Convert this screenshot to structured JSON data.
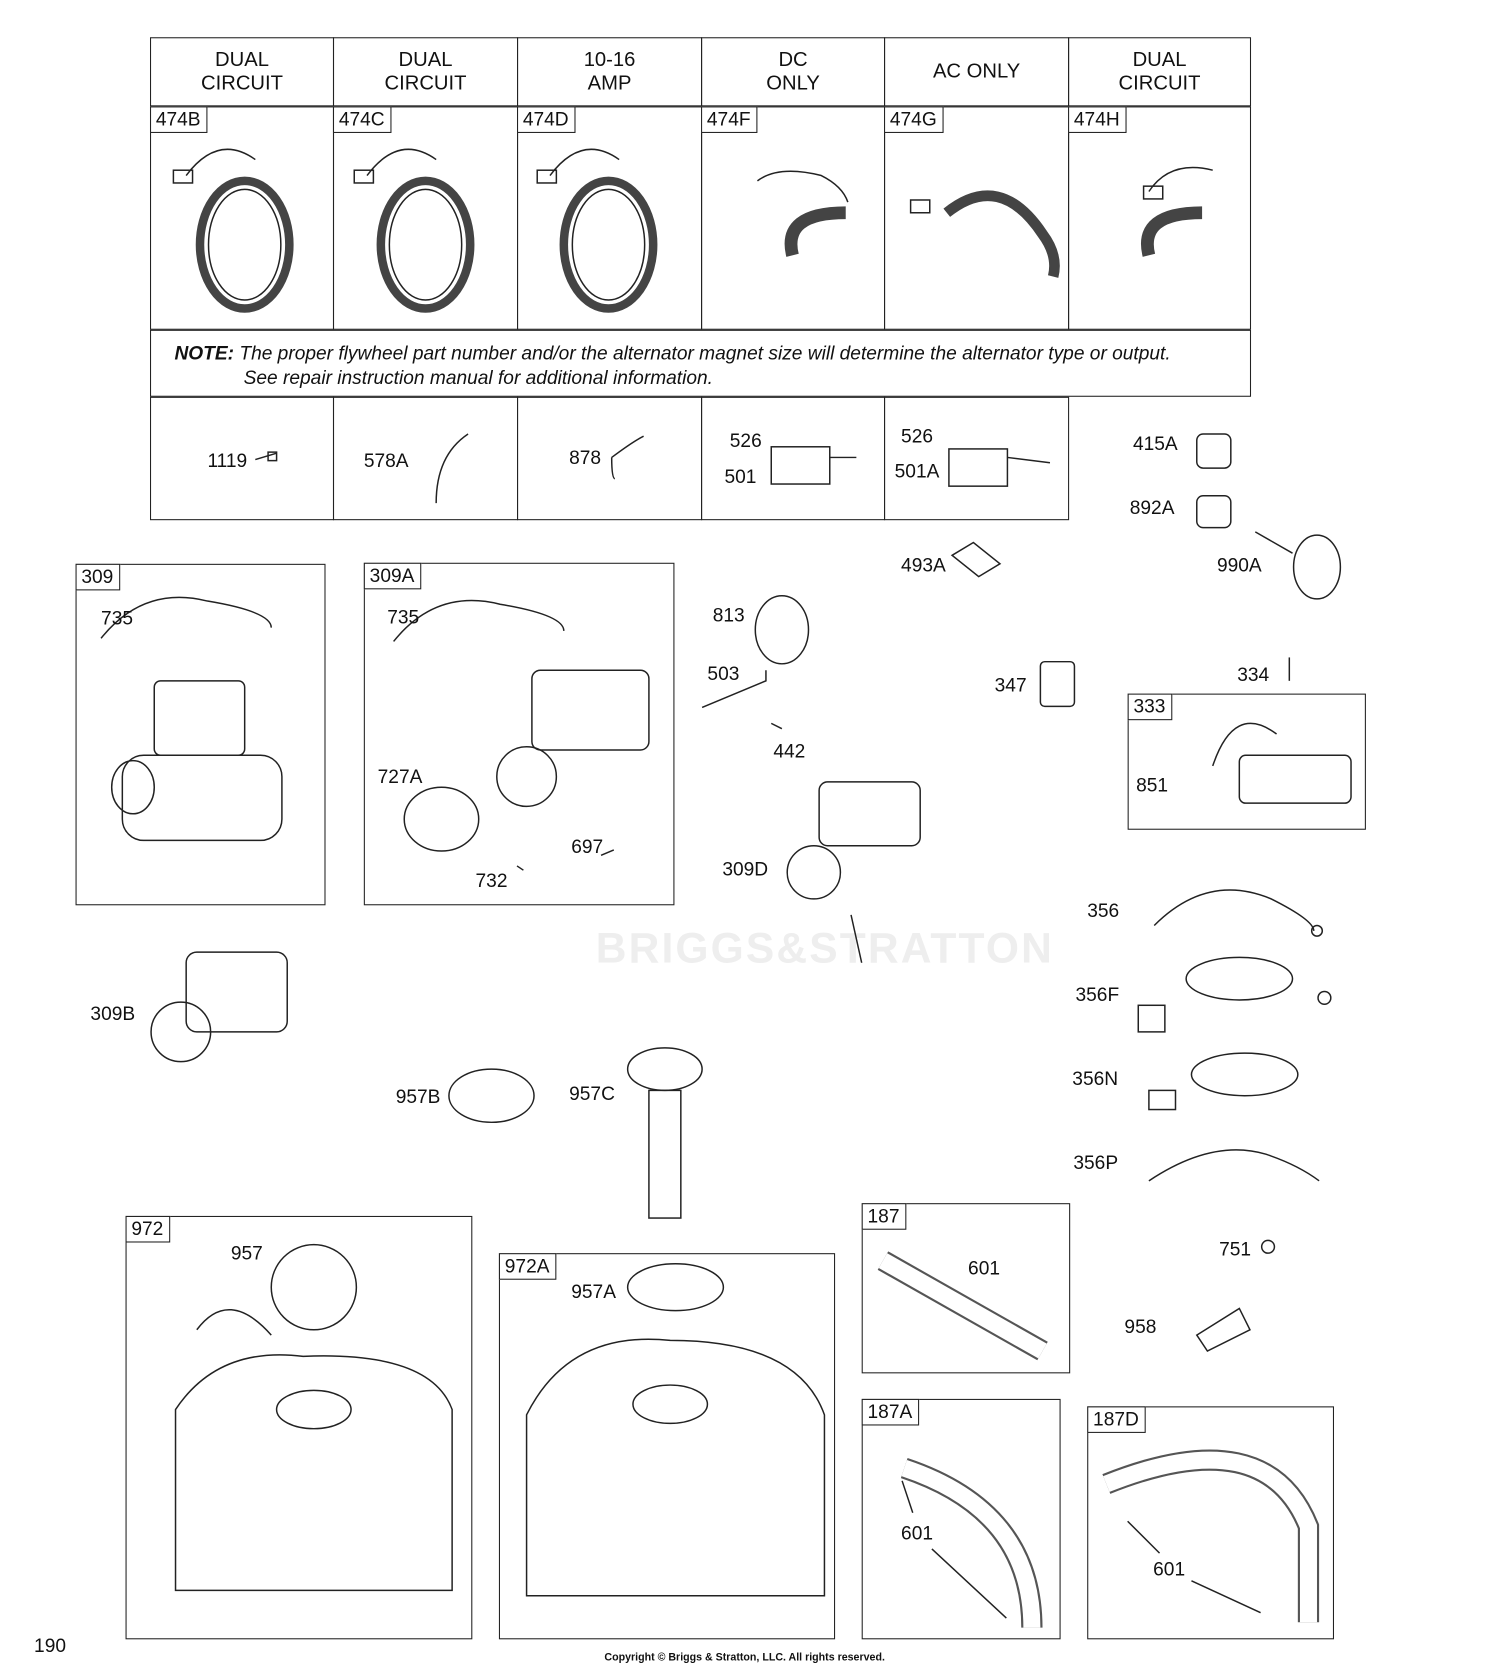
{
  "header_columns": [
    {
      "title": "DUAL CIRCUIT",
      "part": "474B"
    },
    {
      "title": "DUAL CIRCUIT",
      "part": "474C"
    },
    {
      "title": "10-16 AMP",
      "part": "474D"
    },
    {
      "title": "DC ONLY",
      "part": "474F"
    },
    {
      "title": "AC ONLY",
      "part": "474G"
    },
    {
      "title": "DUAL CIRCUIT",
      "part": "474H"
    }
  ],
  "note": {
    "label": "NOTE:",
    "line1": "The proper flywheel part number and/or the alternator magnet size will determine the alternator type or output.",
    "line2": "See repair instruction manual for additional information."
  },
  "small_parts": [
    [
      "1119"
    ],
    [
      "578A"
    ],
    [
      "878"
    ],
    [
      "526",
      "501"
    ],
    [
      "526",
      "501A"
    ]
  ],
  "labels": {
    "p415A": "415A",
    "p892A": "892A",
    "p990A": "990A",
    "p493A": "493A",
    "p813": "813",
    "p503": "503",
    "p442": "442",
    "p309D": "309D",
    "p347": "347",
    "p334": "334",
    "p356": "356",
    "p356F": "356F",
    "p356N": "356N",
    "p356P": "356P",
    "p309B": "309B",
    "p957B": "957B",
    "p957C": "957C",
    "p751": "751",
    "p958": "958",
    "p190": "190"
  },
  "boxes": {
    "b309": {
      "tag": "309",
      "parts": [
        "735"
      ]
    },
    "b309A": {
      "tag": "309A",
      "parts": [
        "735",
        "727A",
        "697",
        "732"
      ]
    },
    "b333": {
      "tag": "333",
      "parts": [
        "851"
      ]
    },
    "b972": {
      "tag": "972",
      "parts": [
        "957"
      ]
    },
    "b972A": {
      "tag": "972A",
      "parts": [
        "957A"
      ]
    },
    "b187": {
      "tag": "187",
      "parts": [
        "601"
      ]
    },
    "b187A": {
      "tag": "187A",
      "parts": [
        "601"
      ]
    },
    "b187D": {
      "tag": "187D",
      "parts": [
        "601"
      ]
    }
  },
  "watermark": "BRIGGS&STRATTON",
  "copyright": "Copyright © Briggs & Stratton, LLC. All rights reserved."
}
